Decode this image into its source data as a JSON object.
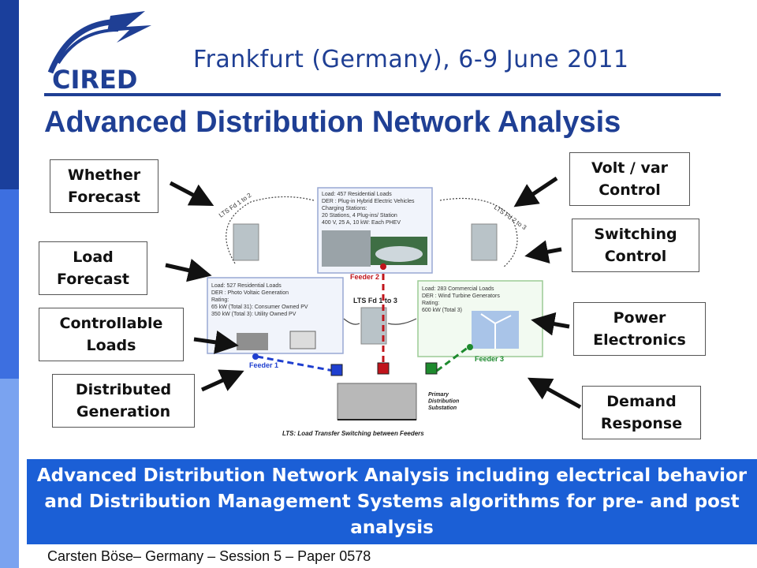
{
  "logo": {
    "text": "CIRED"
  },
  "conference": "Frankfurt (Germany), 6-9 June 2011",
  "title": "Advanced Distribution Network Analysis",
  "labels": {
    "whether": "Whether\nForecast",
    "load": "Load\nForecast",
    "controllable": "Controllable\nLoads",
    "distributed": "Distributed\nGeneration",
    "voltvar": "Volt / var\nControl",
    "switching": "Switching\nControl",
    "power": "Power\nElectronics",
    "demand": "Demand\nResponse"
  },
  "diagram": {
    "top_box": [
      "Load: 457 Residential Loads",
      "DER : Plug-in Hybrid Electric Vehicles",
      "Charging Stations:",
      "20 Stations, 4 Plug-ins/ Station",
      "400 V, 25 A, 10 kW: Each PHEV"
    ],
    "left_box": [
      "Load: 527 Residential Loads",
      "DER : Photo Voltaic Generation",
      "Rating:",
      "65 kW (Total 31): Consumer Owned PV",
      "350 kW (Total 3): Utility Owned PV"
    ],
    "right_box": [
      "Load: 283 Commercial Loads",
      "DER : Wind Turbine Generators",
      "Rating:",
      "600 kW (Total 3)"
    ],
    "lts_left": "LTS Fd 1 to 2",
    "lts_right": "LTS Fd 2 to 3",
    "lts_mid": "LTS Fd 1 to 3",
    "feeder1": "Feeder 1",
    "feeder2": "Feeder 2",
    "feeder3": "Feeder 3",
    "substation": "Primary\nDistribution\nSubstation",
    "caption": "LTS: Load Transfer Switching between Feeders"
  },
  "banner": "Advanced Distribution Network Analysis including electrical behavior and Distribution Management Systems algorithms for pre- and post analysis",
  "footer": "Carsten Böse– Germany – Session 5 – Paper 0578",
  "colors": {
    "brand": "#1f3f94",
    "banner": "#1b5fd6",
    "feeder_red": "#c0141b",
    "feeder_green": "#1e8a2e",
    "feeder_blue": "#1f3fcf"
  }
}
